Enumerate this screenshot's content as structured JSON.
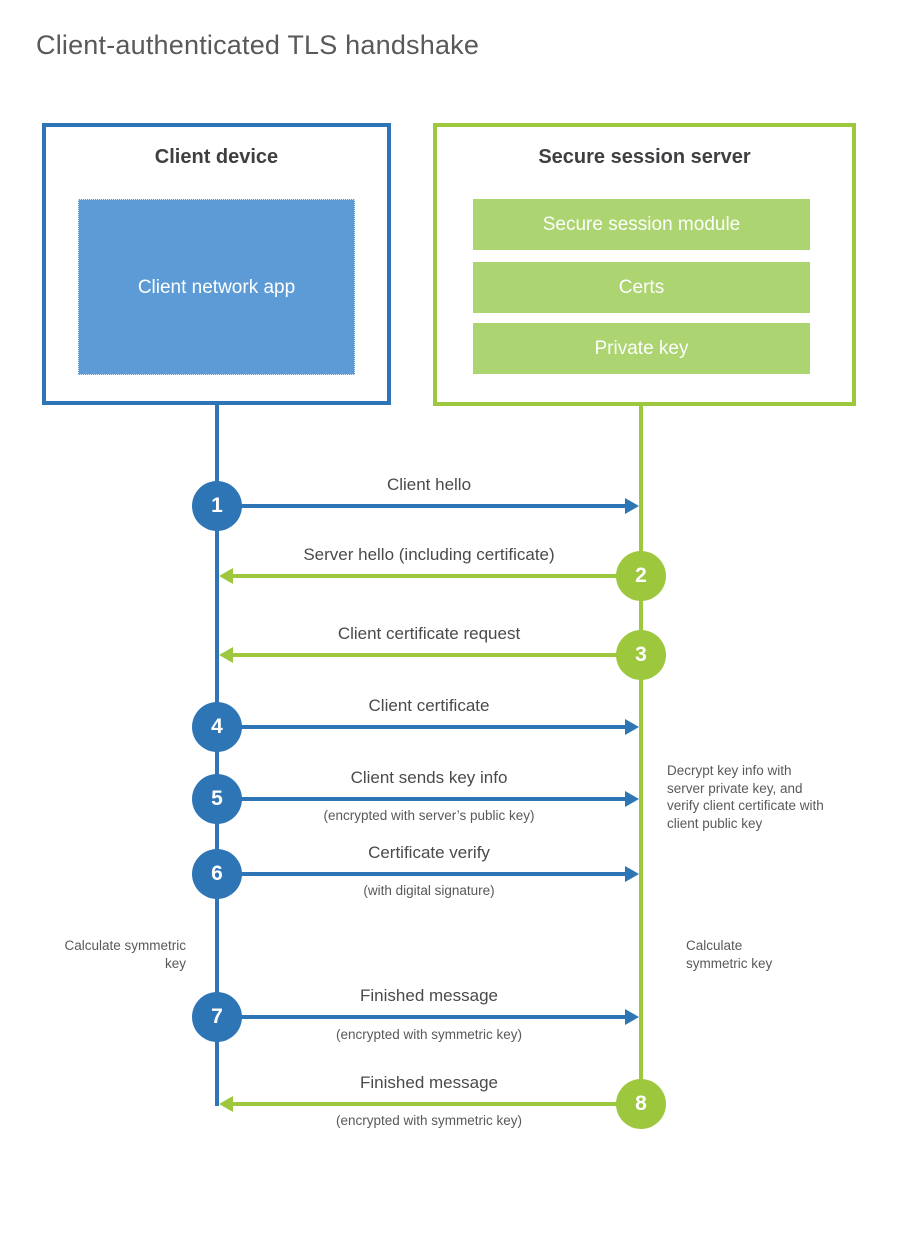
{
  "title": "Client-authenticated TLS handshake",
  "colors": {
    "blue_line": "#2E75B6",
    "blue_fill": "#5C9BD6",
    "green_line": "#9DC83E",
    "green_fill": "#ACD471",
    "header_text": "#3E3F41",
    "label_text": "#4A4A4A",
    "note_text": "#595959"
  },
  "client": {
    "header": "Client device",
    "app_label": "Client network app"
  },
  "server": {
    "header": "Secure session server",
    "modules": [
      "Secure session module",
      "Certs",
      "Private key"
    ]
  },
  "messages": [
    {
      "num": "1",
      "label": "Client hello",
      "sub": "",
      "direction": "right",
      "from": "client"
    },
    {
      "num": "2",
      "label": "Server hello (including certificate)",
      "sub": "",
      "direction": "left",
      "from": "server"
    },
    {
      "num": "3",
      "label": "Client certificate request",
      "sub": "",
      "direction": "left",
      "from": "server"
    },
    {
      "num": "4",
      "label": "Client certificate",
      "sub": "",
      "direction": "right",
      "from": "client"
    },
    {
      "num": "5",
      "label": "Client sends key info",
      "sub": "(encrypted with server’s public key)",
      "direction": "right",
      "from": "client"
    },
    {
      "num": "6",
      "label": "Certificate verify",
      "sub": "(with digital signature)",
      "direction": "right",
      "from": "client"
    },
    {
      "num": "7",
      "label": "Finished message",
      "sub": "(encrypted with symmetric key)",
      "direction": "right",
      "from": "client"
    },
    {
      "num": "8",
      "label": "Finished message",
      "sub": "(encrypted with symmetric key)",
      "direction": "left",
      "from": "server"
    }
  ],
  "notes": {
    "decrypt": "Decrypt key info with server private key, and verify client certificate with client public key",
    "calc_client": "Calculate symmetric key",
    "calc_server": "Calculate symmetric key"
  }
}
